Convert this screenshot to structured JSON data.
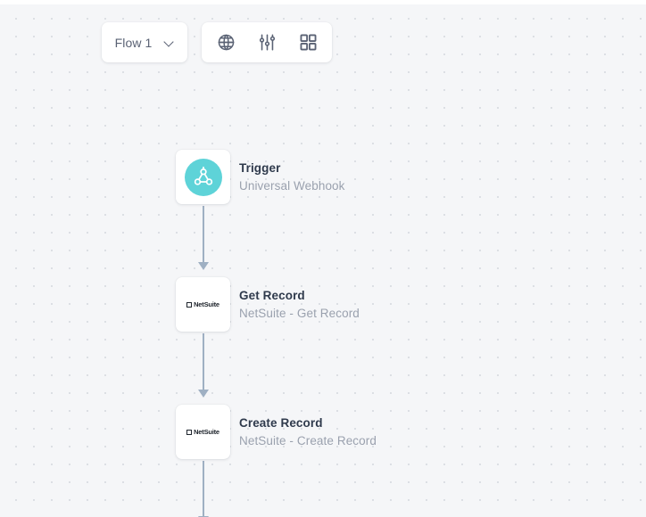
{
  "toolbar": {
    "flow_selector": {
      "label": "Flow 1",
      "chevron_icon": "chevron-down-icon"
    },
    "buttons": [
      {
        "name": "globe-icon",
        "title": "Globe"
      },
      {
        "name": "sliders-icon",
        "title": "Settings sliders"
      },
      {
        "name": "grid-icon",
        "title": "Grid view"
      }
    ]
  },
  "canvas": {
    "background_color": "#f5f6f8",
    "dot_color": "#dcdfe4",
    "connector_color": "#9fb0c3",
    "accent_color": "#5ed3d8",
    "nodes": [
      {
        "id": "trigger",
        "title": "Trigger",
        "subtitle": "Universal Webhook",
        "icon": "webhook-icon"
      },
      {
        "id": "get-record",
        "title": "Get Record",
        "subtitle": "NetSuite - Get Record",
        "icon": "netsuite-logo",
        "logo_text": "NetSuite"
      },
      {
        "id": "create-record",
        "title": "Create Record",
        "subtitle": "NetSuite - Create Record",
        "icon": "netsuite-logo",
        "logo_text": "NetSuite"
      }
    ]
  }
}
